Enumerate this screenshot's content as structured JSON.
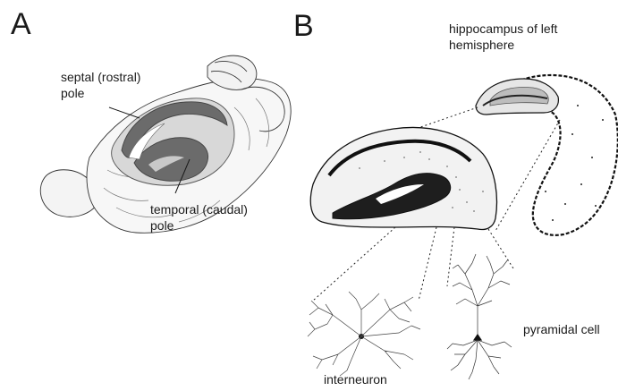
{
  "panels": {
    "a": {
      "letter": "A",
      "label_septal_line1": "septal (rostral)",
      "label_septal_line2": "pole",
      "label_temporal_line1": "temporal (caudal)",
      "label_temporal_line2": "pole"
    },
    "b": {
      "letter": "B",
      "label_hippocampus_line1": "hippocampus of left",
      "label_hippocampus_line2": "hemisphere",
      "label_pyramidal": "pyramidal cell",
      "label_interneuron": "interneuron"
    }
  },
  "colors": {
    "ink": "#1a1a1a",
    "hippocampus_dark": "#6b6b6b",
    "hippocampus_light": "#c9c9c9"
  }
}
